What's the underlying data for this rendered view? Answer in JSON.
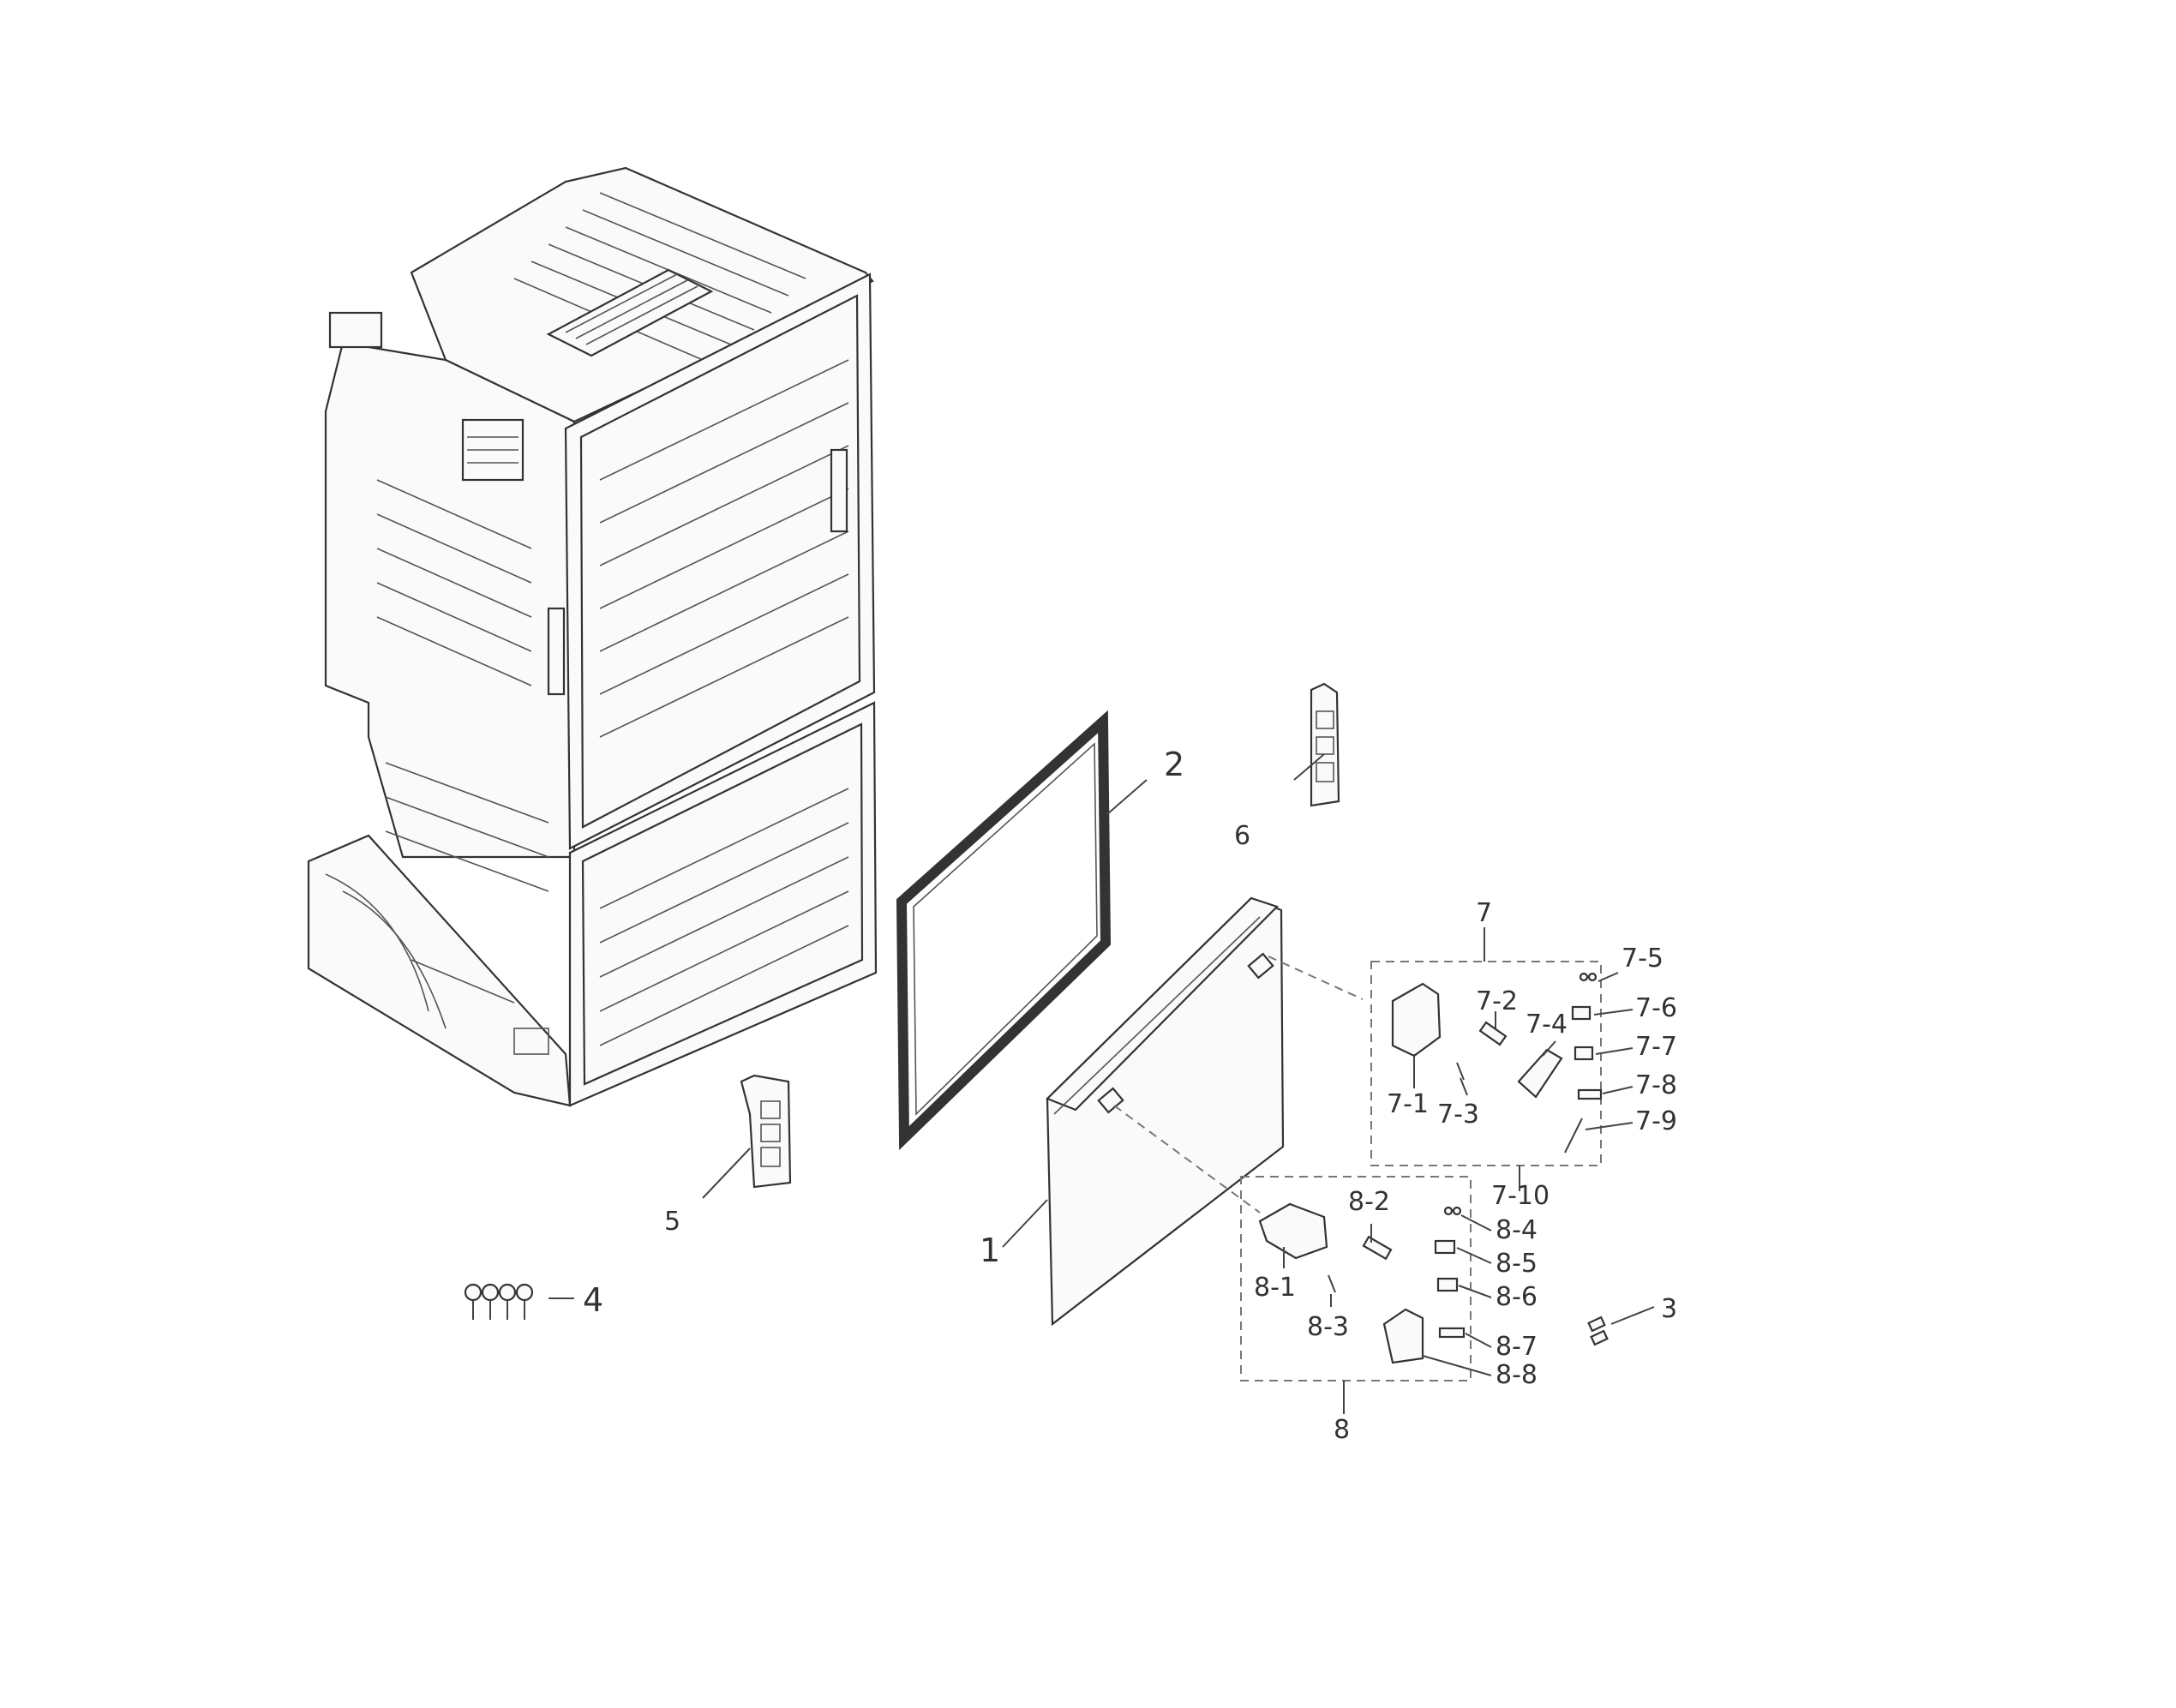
{
  "callouts": {
    "p1": "1",
    "p2": "2",
    "p3": "3",
    "p4": "4",
    "p5": "5",
    "p6": "6",
    "p7": "7",
    "p7_1": "7-1",
    "p7_2": "7-2",
    "p7_3": "7-3",
    "p7_4": "7-4",
    "p7_5": "7-5",
    "p7_6": "7-6",
    "p7_7": "7-7",
    "p7_8": "7-8",
    "p7_9": "7-9",
    "p7_10": "7-10",
    "p8": "8",
    "p8_1": "8-1",
    "p8_2": "8-2",
    "p8_3": "8-3",
    "p8_4": "8-4",
    "p8_5": "8-5",
    "p8_6": "8-6",
    "p8_7": "8-7",
    "p8_8": "8-8"
  },
  "colors": {
    "line": "#333333",
    "background": "#ffffff"
  }
}
